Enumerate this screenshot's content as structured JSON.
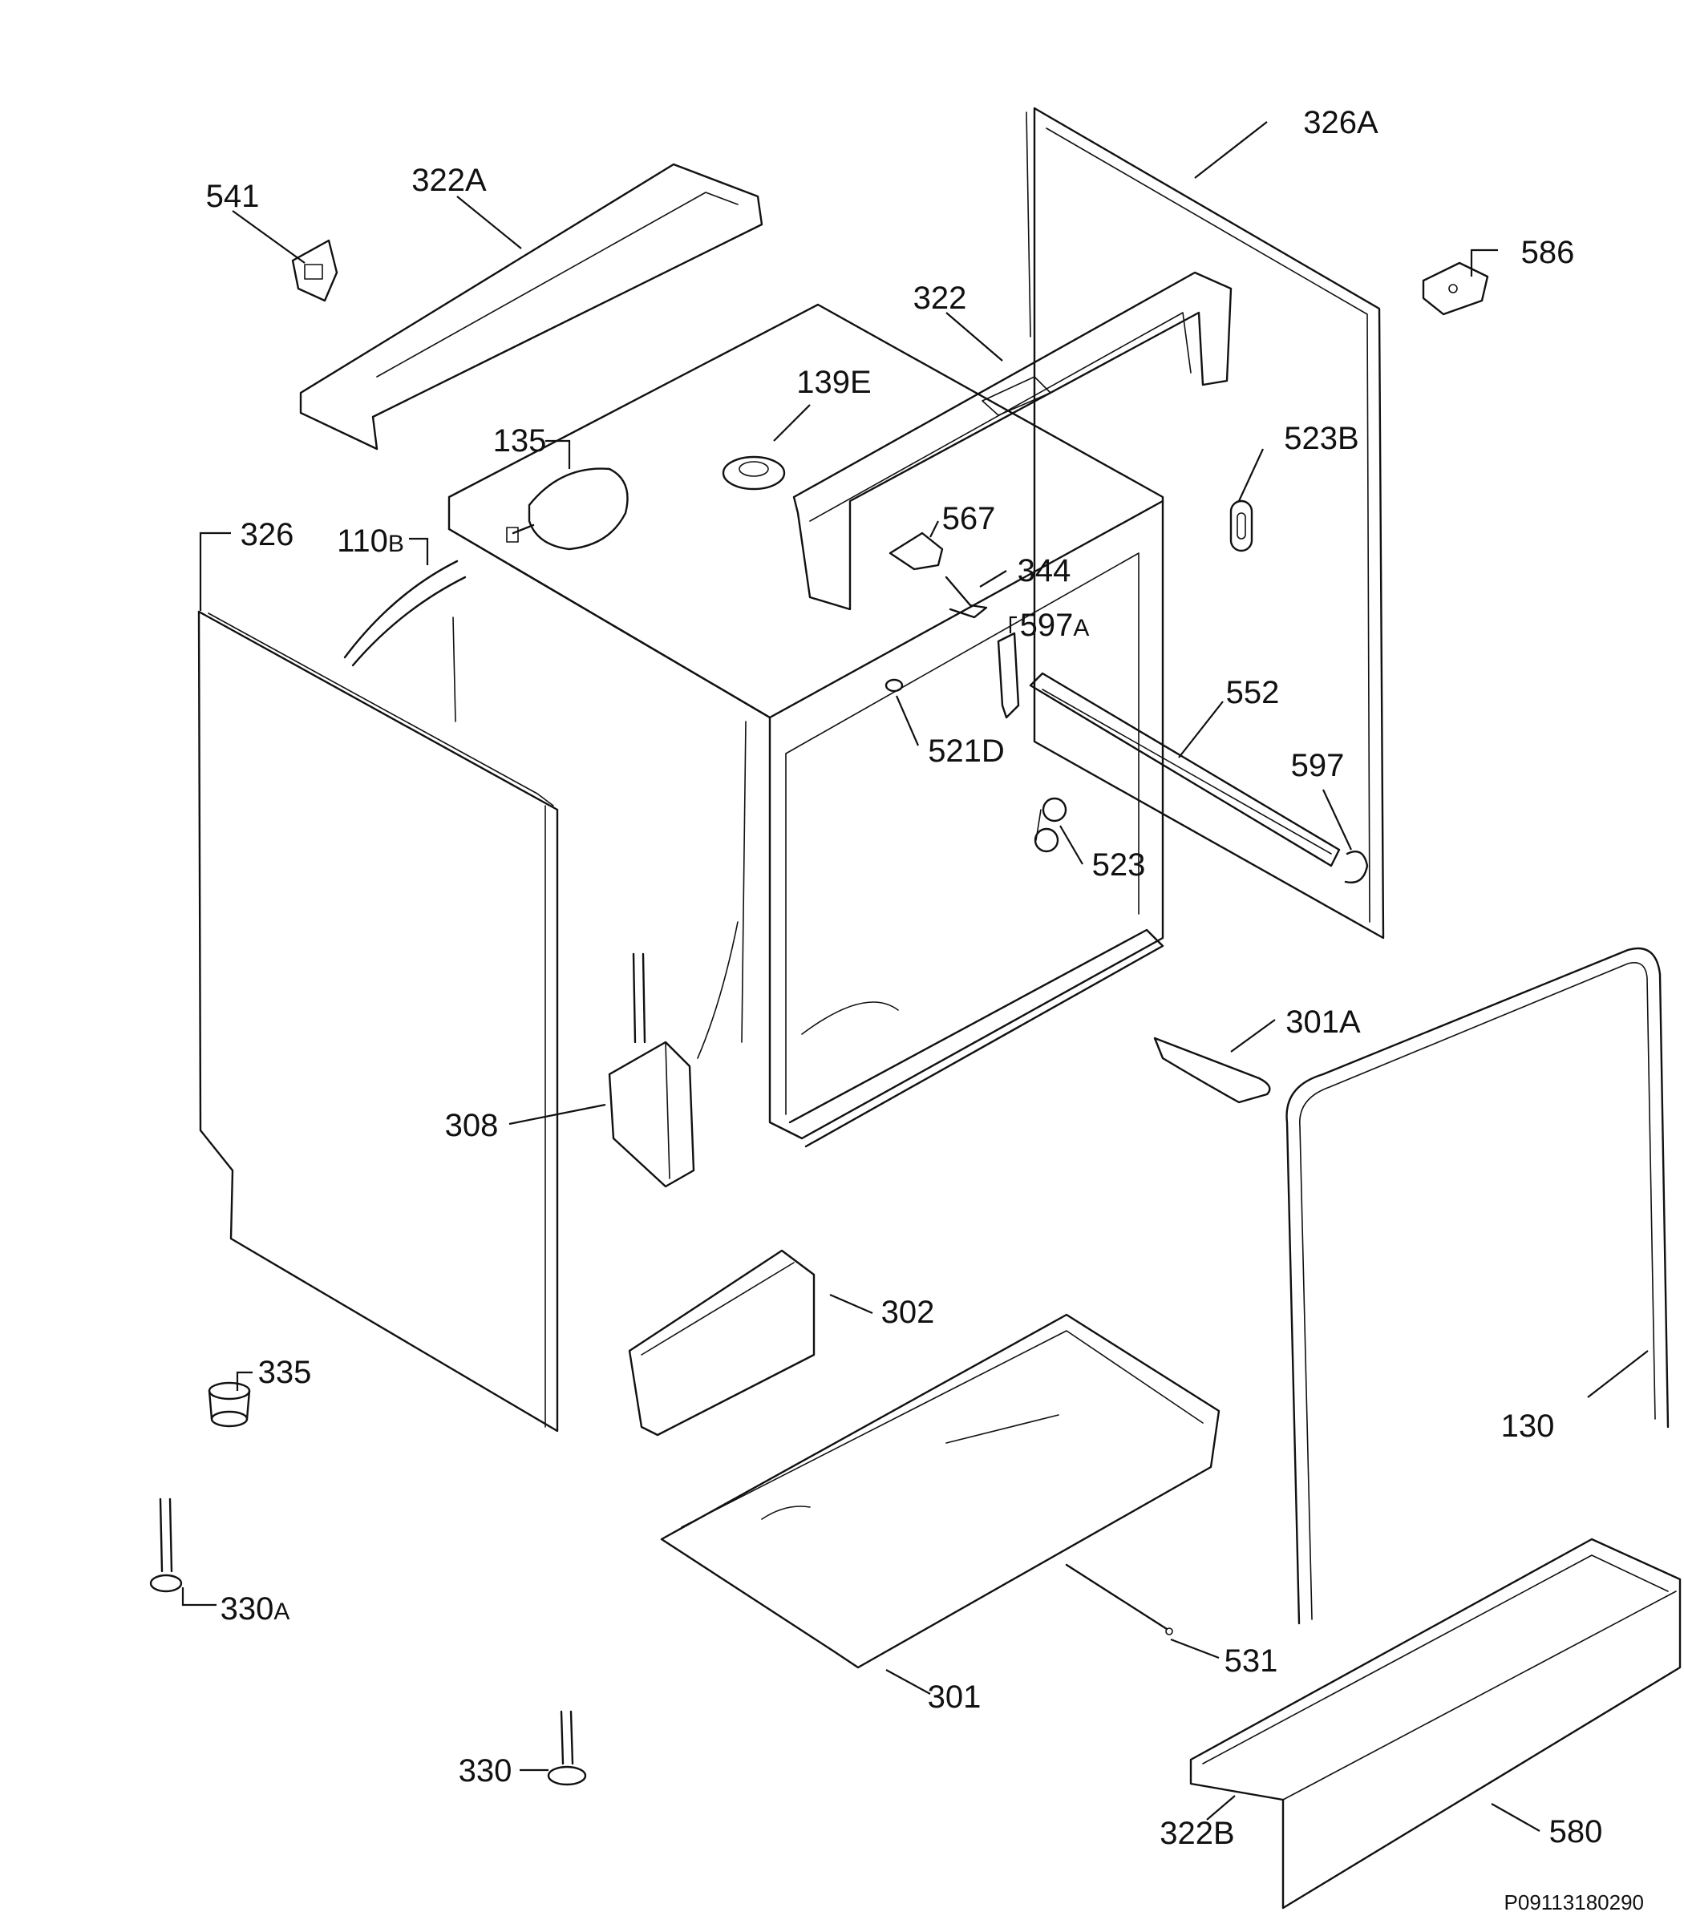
{
  "diagram": {
    "drawing_code": "P09113180290",
    "callouts": [
      {
        "id": "541",
        "text": "541",
        "sub": ""
      },
      {
        "id": "322A",
        "text": "322A",
        "sub": ""
      },
      {
        "id": "322",
        "text": "322",
        "sub": ""
      },
      {
        "id": "326A",
        "text": "326A",
        "sub": ""
      },
      {
        "id": "586",
        "text": "586",
        "sub": ""
      },
      {
        "id": "139E",
        "text": "139E",
        "sub": ""
      },
      {
        "id": "135",
        "text": "135",
        "sub": ""
      },
      {
        "id": "523B",
        "text": "523B",
        "sub": ""
      },
      {
        "id": "567",
        "text": "567",
        "sub": ""
      },
      {
        "id": "326",
        "text": "326",
        "sub": ""
      },
      {
        "id": "110B",
        "text": "110",
        "sub": "B"
      },
      {
        "id": "344",
        "text": "344",
        "sub": ""
      },
      {
        "id": "597A",
        "text": "597",
        "sub": "A"
      },
      {
        "id": "552",
        "text": "552",
        "sub": ""
      },
      {
        "id": "521D",
        "text": "521D",
        "sub": ""
      },
      {
        "id": "597",
        "text": "597",
        "sub": ""
      },
      {
        "id": "523",
        "text": "523",
        "sub": ""
      },
      {
        "id": "301A",
        "text": "301A",
        "sub": ""
      },
      {
        "id": "308",
        "text": "308",
        "sub": ""
      },
      {
        "id": "302",
        "text": "302",
        "sub": ""
      },
      {
        "id": "335",
        "text": "335",
        "sub": ""
      },
      {
        "id": "130",
        "text": "130",
        "sub": ""
      },
      {
        "id": "330A",
        "text": "330",
        "sub": "A"
      },
      {
        "id": "531",
        "text": "531",
        "sub": ""
      },
      {
        "id": "301",
        "text": "301",
        "sub": ""
      },
      {
        "id": "330",
        "text": "330",
        "sub": ""
      },
      {
        "id": "322B",
        "text": "322B",
        "sub": ""
      },
      {
        "id": "580",
        "text": "580",
        "sub": ""
      }
    ]
  }
}
